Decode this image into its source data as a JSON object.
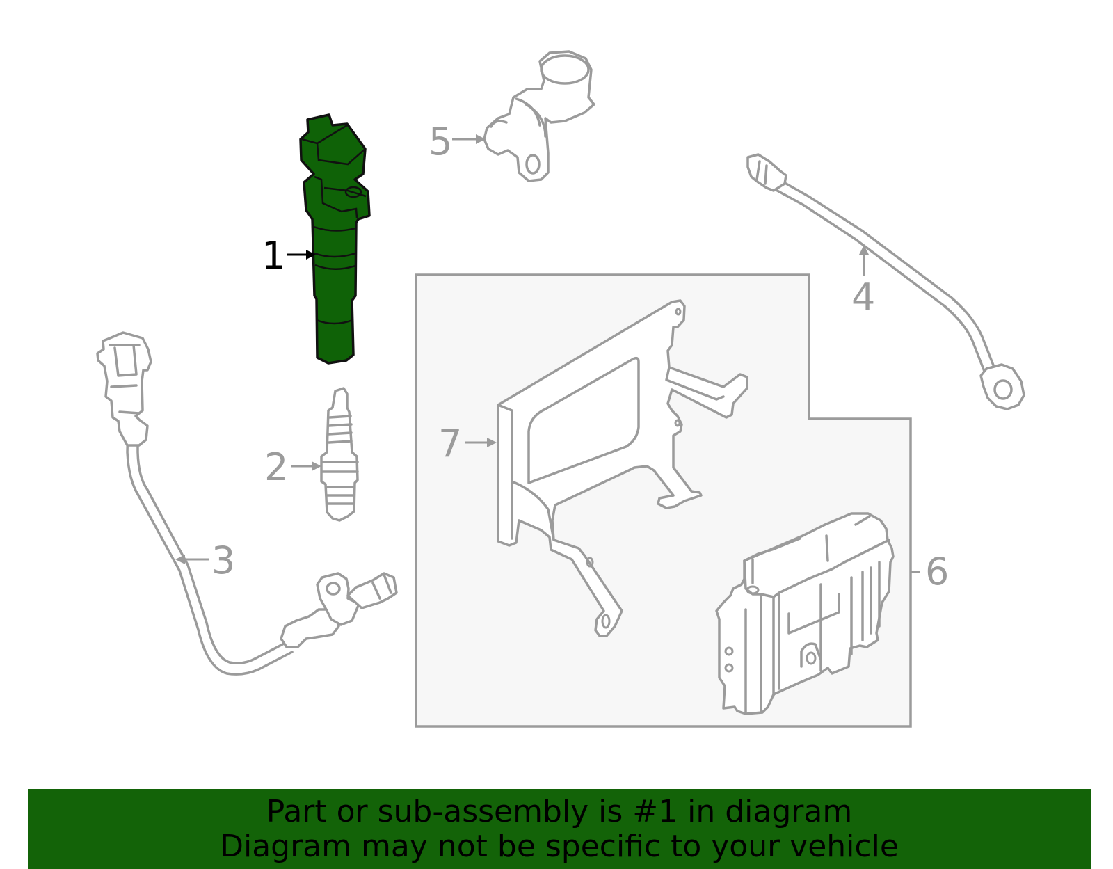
{
  "callouts": [
    {
      "id": "1",
      "label": "1",
      "highlighted": true
    },
    {
      "id": "2",
      "label": "2",
      "highlighted": false
    },
    {
      "id": "3",
      "label": "3",
      "highlighted": false
    },
    {
      "id": "4",
      "label": "4",
      "highlighted": false
    },
    {
      "id": "5",
      "label": "5",
      "highlighted": false
    },
    {
      "id": "6",
      "label": "6",
      "highlighted": false
    },
    {
      "id": "7",
      "label": "7",
      "highlighted": false
    }
  ],
  "banner": {
    "line1": "Part or sub-assembly is #1 in diagram",
    "line2": "Diagram may not be specific to your vehicle"
  },
  "colors": {
    "highlight": "#0f6207",
    "banner": "#136308",
    "part_outline": "#9b9b9b",
    "label_highlight": "#000000",
    "label_default": "#9b9b9b"
  }
}
